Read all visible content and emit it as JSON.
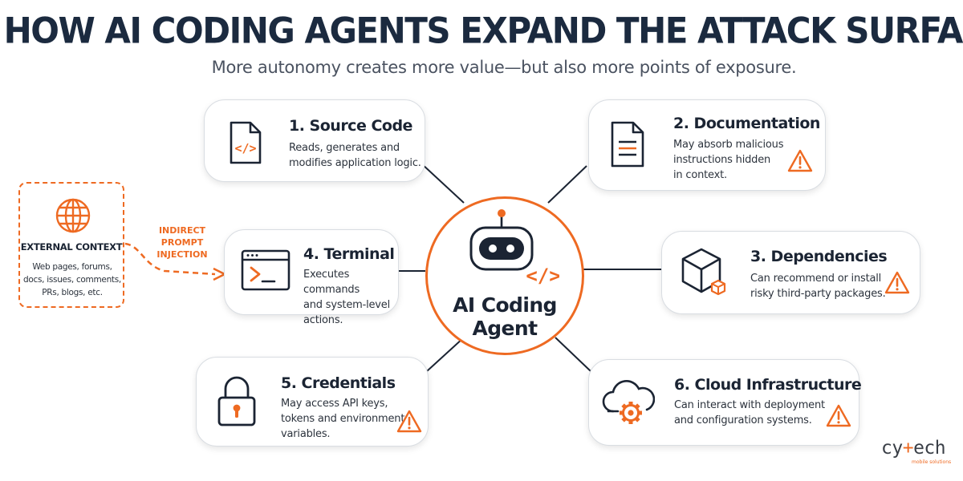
{
  "header": {
    "title": "HOW AI CODING AGENTS EXPAND THE ATTACK SURFACE",
    "subtitle": "More autonomy creates more value—but also more points of exposure."
  },
  "hub": {
    "label_line1": "AI Coding",
    "label_line2": "Agent",
    "icon": "robot-icon",
    "code_glyph": "</>"
  },
  "nodes": {
    "source_code": {
      "title": "1. Source Code",
      "line1": "Reads, generates and",
      "line2": "modifies application logic.",
      "icon": "code-file-icon",
      "code_glyph": "</>"
    },
    "documentation": {
      "title": "2. Documentation",
      "line1": "May absorb malicious",
      "line2": "instructions hidden",
      "line3": "in context.",
      "icon": "document-icon"
    },
    "dependencies": {
      "title": "3. Dependencies",
      "line1": "Can recommend or install",
      "line2": "risky third-party packages.",
      "icon": "package-cube-icon"
    },
    "terminal": {
      "title": "4. Terminal",
      "line1": "Executes commands",
      "line2": "and system-level",
      "line3": "actions.",
      "icon": "terminal-window-icon"
    },
    "credentials": {
      "title": "5. Credentials",
      "line1": "May access API keys,",
      "line2": "tokens and environment",
      "line3": "variables.",
      "icon": "padlock-icon"
    },
    "cloud": {
      "title": "6. Cloud Infrastructure",
      "line1": "Can interact with deployment",
      "line2": "and configuration systems.",
      "icon": "cloud-gear-icon"
    }
  },
  "external_context": {
    "title": "EXTERNAL CONTEXT",
    "line1": "Web pages, forums,",
    "line2": "docs, issues, comments,",
    "line3": "PRs, blogs, etc.",
    "icon": "globe-icon"
  },
  "injection": {
    "line1": "INDIRECT",
    "line2": "PROMPT",
    "line3": "INJECTION"
  },
  "brand": {
    "name_part1": "cy",
    "name_accent": "+",
    "name_part2": "ech",
    "tagline": "mobile solutions"
  },
  "colors": {
    "accent": "#ee6a22",
    "ink": "#1b2433",
    "card_border": "#d9dde2"
  }
}
